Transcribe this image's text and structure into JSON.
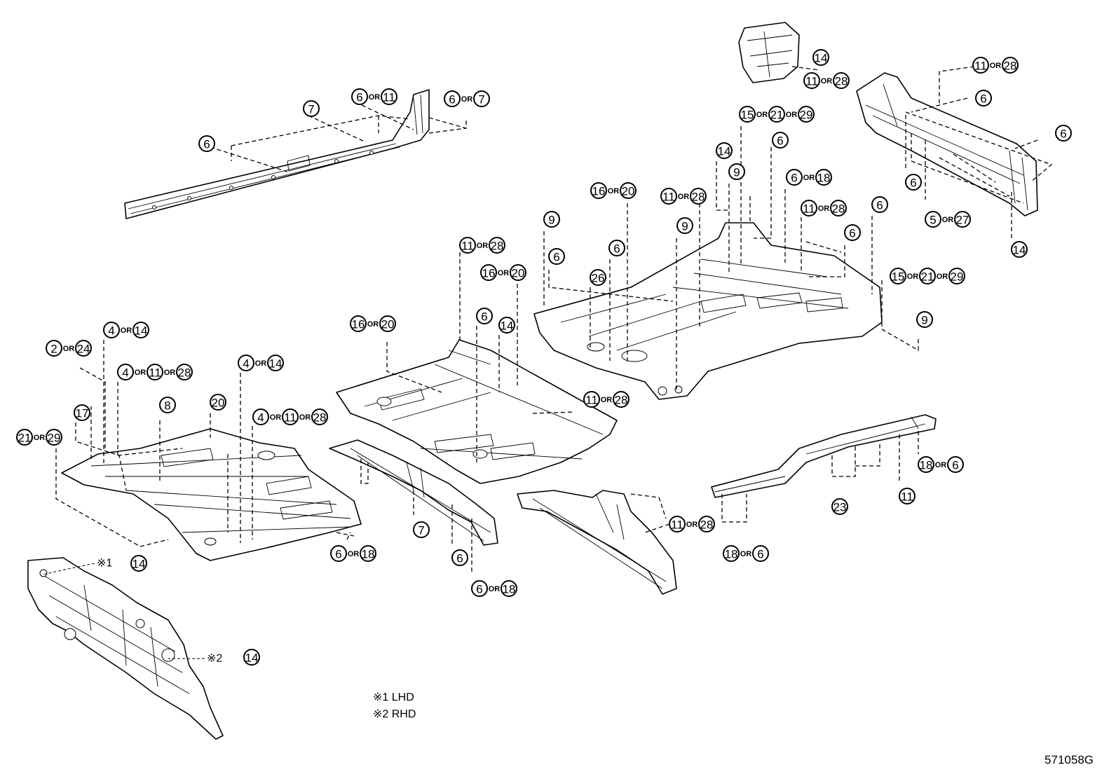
{
  "callouts": [
    {
      "id": "c1",
      "parts": [
        "6",
        "11"
      ]
    },
    {
      "id": "c2",
      "parts": [
        "6",
        "7"
      ]
    },
    {
      "id": "c3",
      "parts": [
        "7"
      ]
    },
    {
      "id": "c4",
      "parts": [
        "6"
      ]
    },
    {
      "id": "c5",
      "parts": [
        "14"
      ]
    },
    {
      "id": "c6",
      "parts": [
        "11",
        "28"
      ]
    },
    {
      "id": "c7",
      "parts": [
        "11",
        "28"
      ]
    },
    {
      "id": "c8",
      "parts": [
        "6"
      ]
    },
    {
      "id": "c9",
      "parts": [
        "6"
      ]
    },
    {
      "id": "c10",
      "parts": [
        "6"
      ]
    },
    {
      "id": "c11",
      "parts": [
        "5",
        "27"
      ]
    },
    {
      "id": "c12",
      "parts": [
        "14"
      ]
    },
    {
      "id": "c13",
      "parts": [
        "15",
        "21",
        "29"
      ]
    },
    {
      "id": "c14",
      "parts": [
        "6"
      ]
    },
    {
      "id": "c15",
      "parts": [
        "14"
      ]
    },
    {
      "id": "c16",
      "parts": [
        "9"
      ]
    },
    {
      "id": "c17",
      "parts": [
        "6",
        "18"
      ]
    },
    {
      "id": "c18",
      "parts": [
        "16",
        "20"
      ]
    },
    {
      "id": "c19",
      "parts": [
        "11",
        "28"
      ]
    },
    {
      "id": "c20",
      "parts": [
        "11",
        "28"
      ]
    },
    {
      "id": "c21",
      "parts": [
        "6"
      ]
    },
    {
      "id": "c22",
      "parts": [
        "6"
      ]
    },
    {
      "id": "c23",
      "parts": [
        "9"
      ]
    },
    {
      "id": "c24",
      "parts": [
        "9"
      ]
    },
    {
      "id": "c25",
      "parts": [
        "6"
      ]
    },
    {
      "id": "c26",
      "parts": [
        "6"
      ]
    },
    {
      "id": "c27",
      "parts": [
        "26"
      ]
    },
    {
      "id": "c28",
      "parts": [
        "15",
        "21",
        "29"
      ]
    },
    {
      "id": "c29",
      "parts": [
        "9"
      ]
    },
    {
      "id": "c30",
      "parts": [
        "11",
        "28"
      ]
    },
    {
      "id": "c31",
      "parts": [
        "16",
        "20"
      ]
    },
    {
      "id": "c32",
      "parts": [
        "16",
        "20"
      ]
    },
    {
      "id": "c33",
      "parts": [
        "6"
      ]
    },
    {
      "id": "c34",
      "parts": [
        "14"
      ]
    },
    {
      "id": "c35",
      "parts": [
        "11",
        "28"
      ]
    },
    {
      "id": "c36",
      "parts": [
        "4",
        "14"
      ]
    },
    {
      "id": "c37",
      "parts": [
        "2",
        "24"
      ]
    },
    {
      "id": "c38",
      "parts": [
        "4",
        "11",
        "28"
      ]
    },
    {
      "id": "c39",
      "parts": [
        "4",
        "14"
      ]
    },
    {
      "id": "c40",
      "parts": [
        "17"
      ]
    },
    {
      "id": "c41",
      "parts": [
        "8"
      ]
    },
    {
      "id": "c42",
      "parts": [
        "20"
      ]
    },
    {
      "id": "c43",
      "parts": [
        "4",
        "11",
        "28"
      ]
    },
    {
      "id": "c44",
      "parts": [
        "21",
        "29"
      ]
    },
    {
      "id": "c45",
      "parts": [
        "6",
        "18"
      ]
    },
    {
      "id": "c46",
      "parts": [
        "7"
      ]
    },
    {
      "id": "c47",
      "parts": [
        "6"
      ]
    },
    {
      "id": "c48",
      "parts": [
        "6",
        "18"
      ]
    },
    {
      "id": "c49",
      "parts": [
        "11",
        "28"
      ]
    },
    {
      "id": "c50",
      "parts": [
        "18",
        "6"
      ]
    },
    {
      "id": "c51",
      "parts": [
        "23"
      ]
    },
    {
      "id": "c52",
      "parts": [
        "11"
      ]
    },
    {
      "id": "c53",
      "parts": [
        "18",
        "6"
      ]
    },
    {
      "id": "c54",
      "parts": [
        "14"
      ]
    },
    {
      "id": "c55",
      "parts": [
        "14"
      ]
    }
  ],
  "or_word": "OR",
  "ref_marks": {
    "lhd_mark": "※1",
    "rhd_mark": "※2"
  },
  "legend": {
    "line1": "※1 LHD",
    "line2": "※2 RHD"
  },
  "diagram_id": "571058G"
}
